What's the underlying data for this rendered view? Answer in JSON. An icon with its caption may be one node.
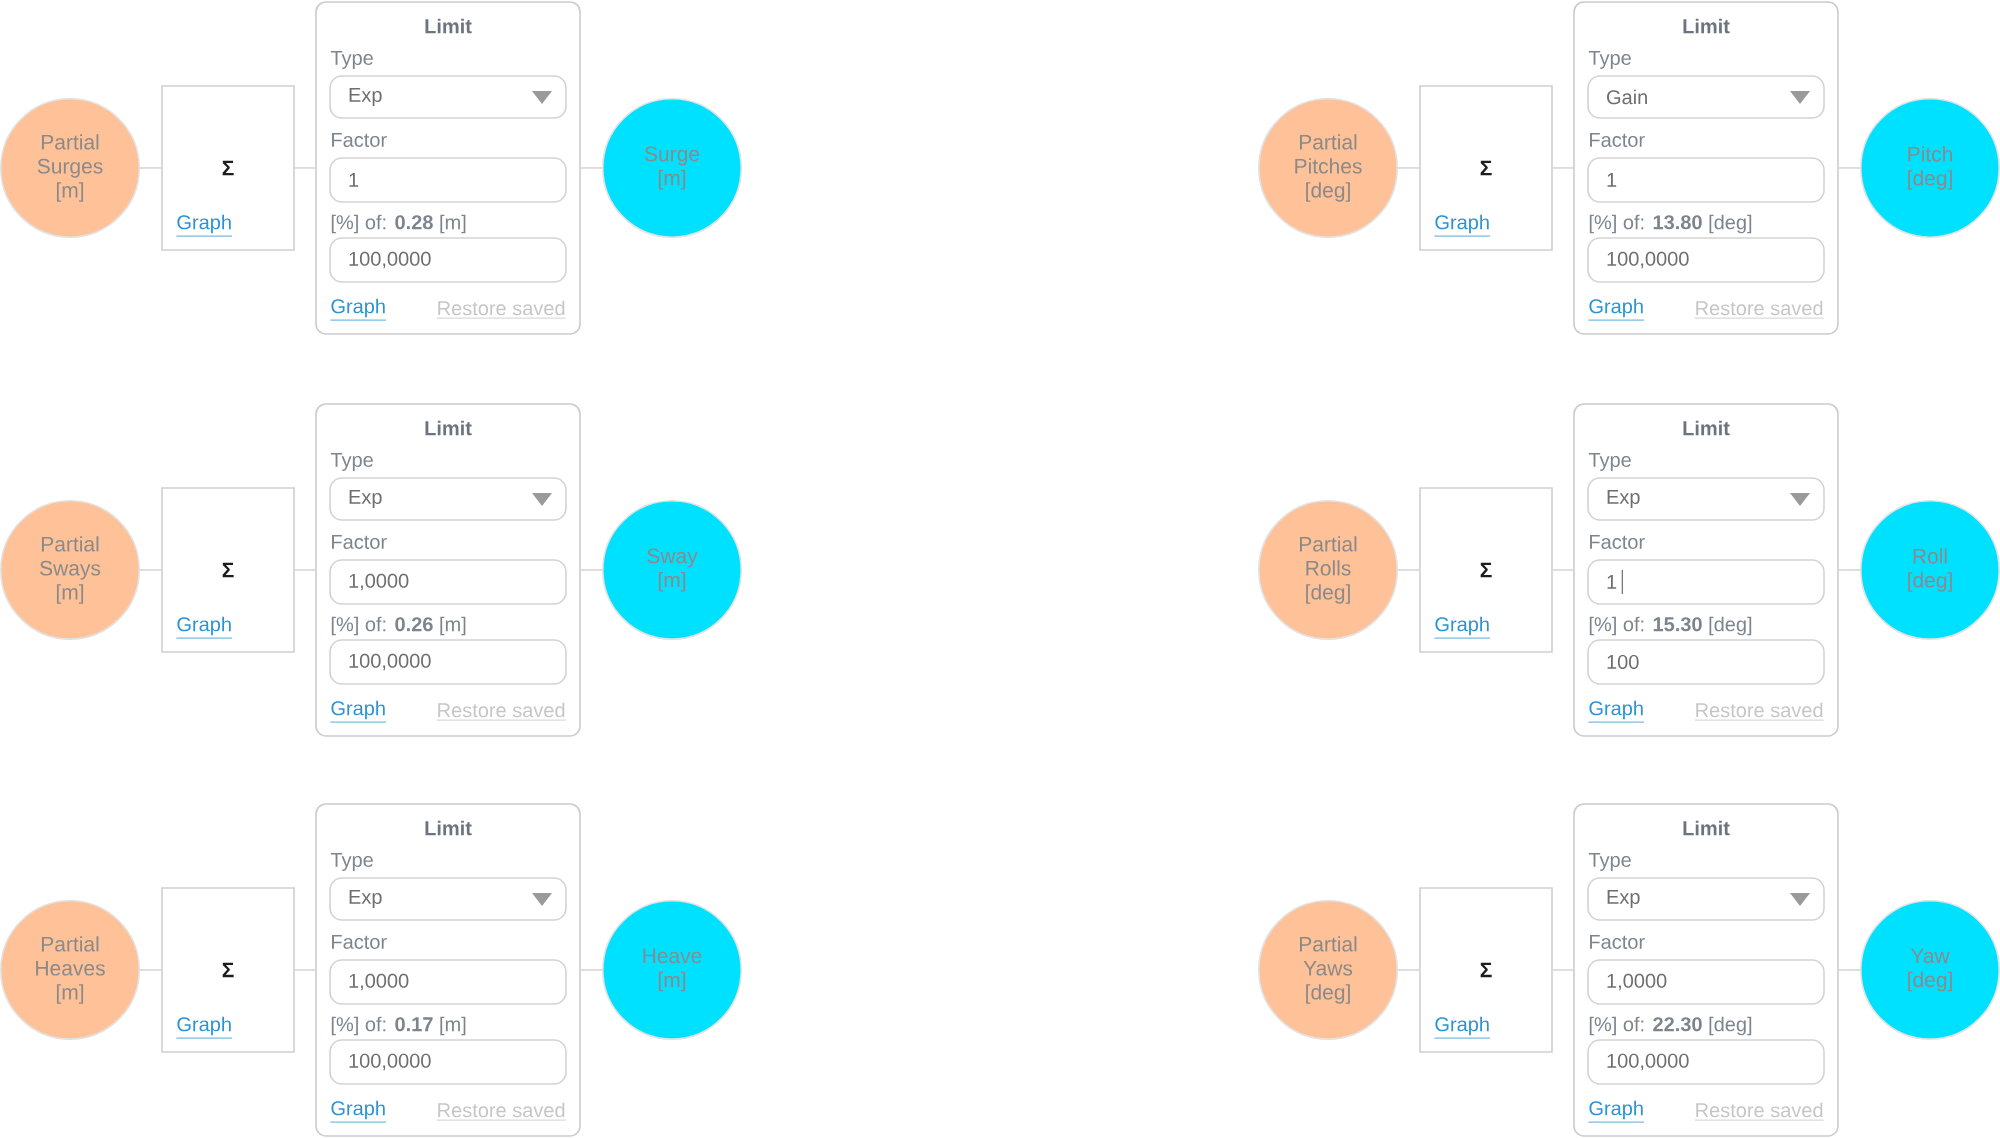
{
  "diagram": {
    "nodes": [
      {
        "text": [
          "Partial Surges [m]"
        ]
      },
      {
        "text": [
          "Σ",
          "Graph"
        ]
      },
      {
        "text": [
          "Limit",
          "Type",
          "Factor",
          "[%] of: **0.28** [m]",
          "Graph",
          "Restore saved"
        ]
      },
      {
        "text": [
          "Exp"
        ],
        "in": 2
      },
      {
        "text": [
          "1"
        ],
        "in": 2
      },
      {
        "text": [
          "100,0000"
        ],
        "in": 2
      },
      {
        "text": [
          "Surge [m]"
        ]
      },
      {
        "text": [
          "Partial Pitches [deg]"
        ]
      },
      {
        "text": [
          "Σ",
          "Graph"
        ]
      },
      {
        "text": [
          "Limit",
          "Type",
          "Factor",
          "[%] of: **13.80** [deg]",
          "Graph",
          "Restore saved"
        ]
      },
      {
        "text": [
          "Gain"
        ],
        "in": 9
      },
      {
        "text": [
          "1"
        ],
        "in": 9
      },
      {
        "text": [
          "100,0000"
        ],
        "in": 9
      },
      {
        "text": [
          "Pitch [deg]"
        ]
      },
      {
        "text": [
          "Partial Sways [m]"
        ]
      },
      {
        "text": [
          "Σ",
          "Graph"
        ]
      },
      {
        "text": [
          "Limit",
          "Type",
          "Factor",
          "[%] of: **0.26** [m]",
          "Graph",
          "Restore saved"
        ]
      },
      {
        "text": [
          "Exp"
        ],
        "in": 16
      },
      {
        "text": [
          "1,0000"
        ],
        "in": 16
      },
      {
        "text": [
          "100,0000"
        ],
        "in": 16
      },
      {
        "text": [
          "Sway [m]"
        ]
      },
      {
        "text": [
          "Partial Rolls [deg]"
        ]
      },
      {
        "text": [
          "Σ",
          "Graph"
        ]
      },
      {
        "text": [
          "Limit",
          "Type",
          "Factor",
          "[%] of: **15.30** [deg]",
          "Graph",
          "Restore saved"
        ]
      },
      {
        "text": [
          "Exp"
        ],
        "in": 23
      },
      {
        "text": [
          "1"
        ],
        "in": 23
      },
      {
        "text": [
          "100"
        ],
        "in": 23
      },
      {
        "text": [
          "Roll [deg]"
        ]
      },
      {
        "text": [
          "Partial Heaves [m]"
        ]
      },
      {
        "text": [
          "Σ",
          "Graph"
        ]
      },
      {
        "text": [
          "Limit",
          "Type",
          "Factor",
          "[%] of: **0.17** [m]",
          "Graph",
          "Restore saved"
        ]
      },
      {
        "text": [
          "Exp"
        ],
        "in": 30
      },
      {
        "text": [
          "1,0000"
        ],
        "in": 30
      },
      {
        "text": [
          "100,0000"
        ],
        "in": 30
      },
      {
        "text": [
          "Heave [m]"
        ]
      },
      {
        "text": [
          "Partial Yaws [deg]"
        ]
      },
      {
        "text": [
          "Σ",
          "Graph"
        ]
      },
      {
        "text": [
          "Limit",
          "Type",
          "Factor",
          "[%] of: **22.30** [deg]",
          "Graph",
          "Restore saved"
        ]
      },
      {
        "text": [
          "Exp"
        ],
        "in": 37
      },
      {
        "text": [
          "1,0000"
        ],
        "in": 37
      },
      {
        "text": [
          "100,0000"
        ],
        "in": 37
      },
      {
        "text": [
          "Yaw [deg]"
        ]
      }
    ],
    "edges": [
      {
        "from": 0,
        "to": 1,
        "arrow": "none"
      },
      {
        "from": 1,
        "to": 2,
        "arrow": "none"
      },
      {
        "from": 2,
        "to": 6,
        "arrow": "none"
      },
      {
        "from": 7,
        "to": 8,
        "arrow": "none"
      },
      {
        "from": 8,
        "to": 9,
        "arrow": "none"
      },
      {
        "from": 9,
        "to": 13,
        "arrow": "none"
      },
      {
        "from": 14,
        "to": 15,
        "arrow": "none"
      },
      {
        "from": 15,
        "to": 16,
        "arrow": "none"
      },
      {
        "from": 16,
        "to": 20,
        "arrow": "none"
      },
      {
        "from": 21,
        "to": 22,
        "arrow": "none"
      },
      {
        "from": 22,
        "to": 23,
        "arrow": "none"
      },
      {
        "from": 23,
        "to": 27,
        "arrow": "none"
      },
      {
        "from": 28,
        "to": 29,
        "arrow": "none"
      },
      {
        "from": 29,
        "to": 30,
        "arrow": "none"
      },
      {
        "from": 30,
        "to": 34,
        "arrow": "none"
      },
      {
        "from": 35,
        "to": 36,
        "arrow": "none"
      },
      {
        "from": 36,
        "to": 37,
        "arrow": "none"
      },
      {
        "from": 37,
        "to": 41,
        "arrow": "none"
      }
    ]
  }
}
